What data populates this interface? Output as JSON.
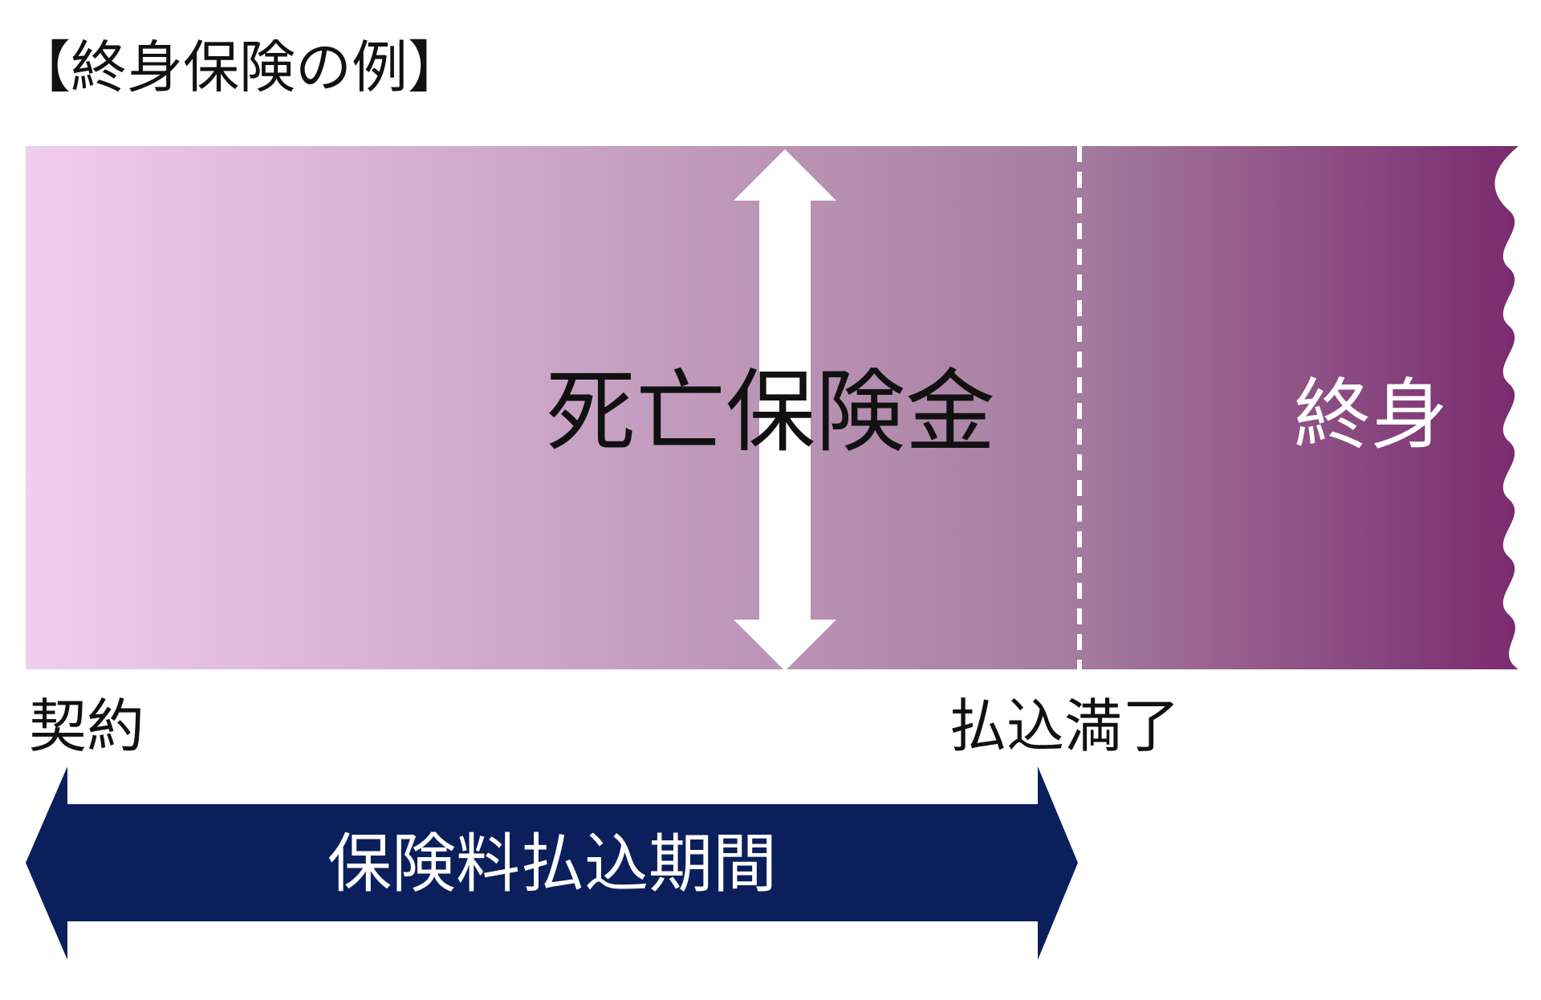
{
  "title": "【終身保険の例】",
  "band": {
    "center_label": "死亡保険金",
    "right_label": "終身",
    "gradient_start": "#f1cdee",
    "gradient_mid": "#a57d9f",
    "gradient_end": "#7a2b6f",
    "divider_color": "#ffffff",
    "arrow_color": "#ffffff"
  },
  "timeline": {
    "start_label": "契約",
    "end_label": "払込満了"
  },
  "period_arrow": {
    "label": "保険料払込期間",
    "color": "#0b1f5c"
  },
  "icons": {
    "double_arrow_vertical": "double-arrow-vertical-icon",
    "double_arrow_horizontal": "double-arrow-horizontal-icon"
  }
}
